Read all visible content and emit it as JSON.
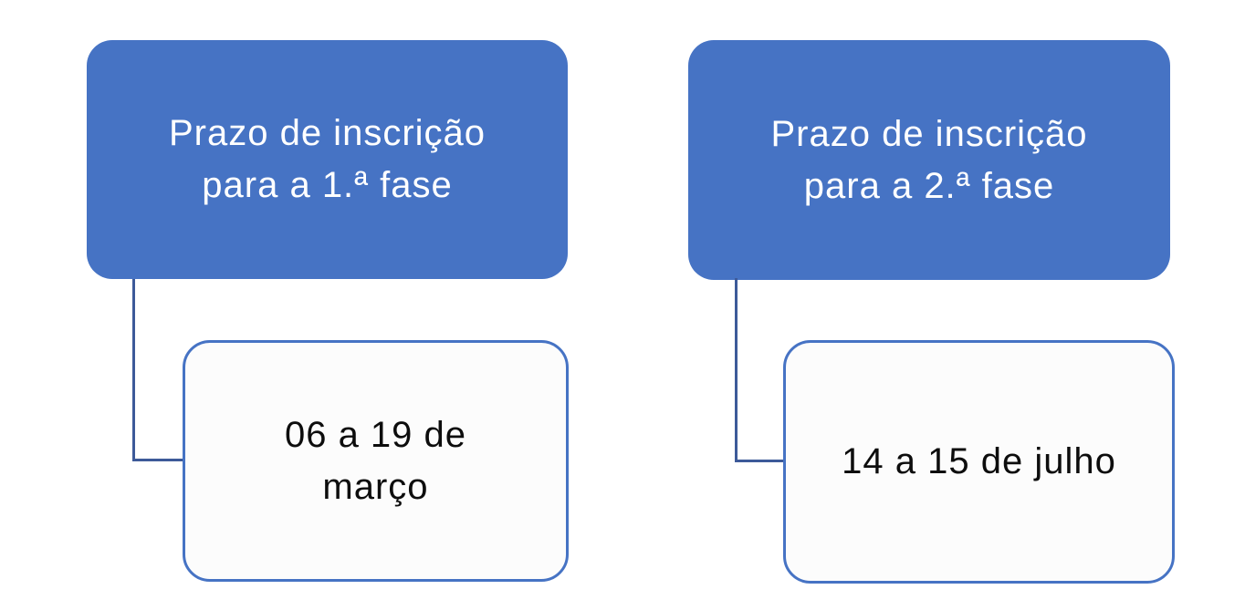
{
  "diagram": {
    "type": "flowchart",
    "background": "#ffffff",
    "colors": {
      "parent_fill": "#4673c4",
      "parent_text": "#ffffff",
      "child_fill": "#fcfcfc",
      "child_border": "#4673c4",
      "child_text": "#0d0d0d",
      "connector": "#3d5a99"
    },
    "columns": [
      {
        "parent": {
          "lines": [
            "Prazo de inscrição",
            "para a 1.ª fase"
          ]
        },
        "child": {
          "lines": [
            "06 a 19 de",
            "março"
          ]
        }
      },
      {
        "parent": {
          "lines": [
            "Prazo de inscrição",
            "para a 2.ª fase"
          ]
        },
        "child": {
          "lines": [
            "14 a 15 de julho"
          ]
        }
      }
    ]
  }
}
